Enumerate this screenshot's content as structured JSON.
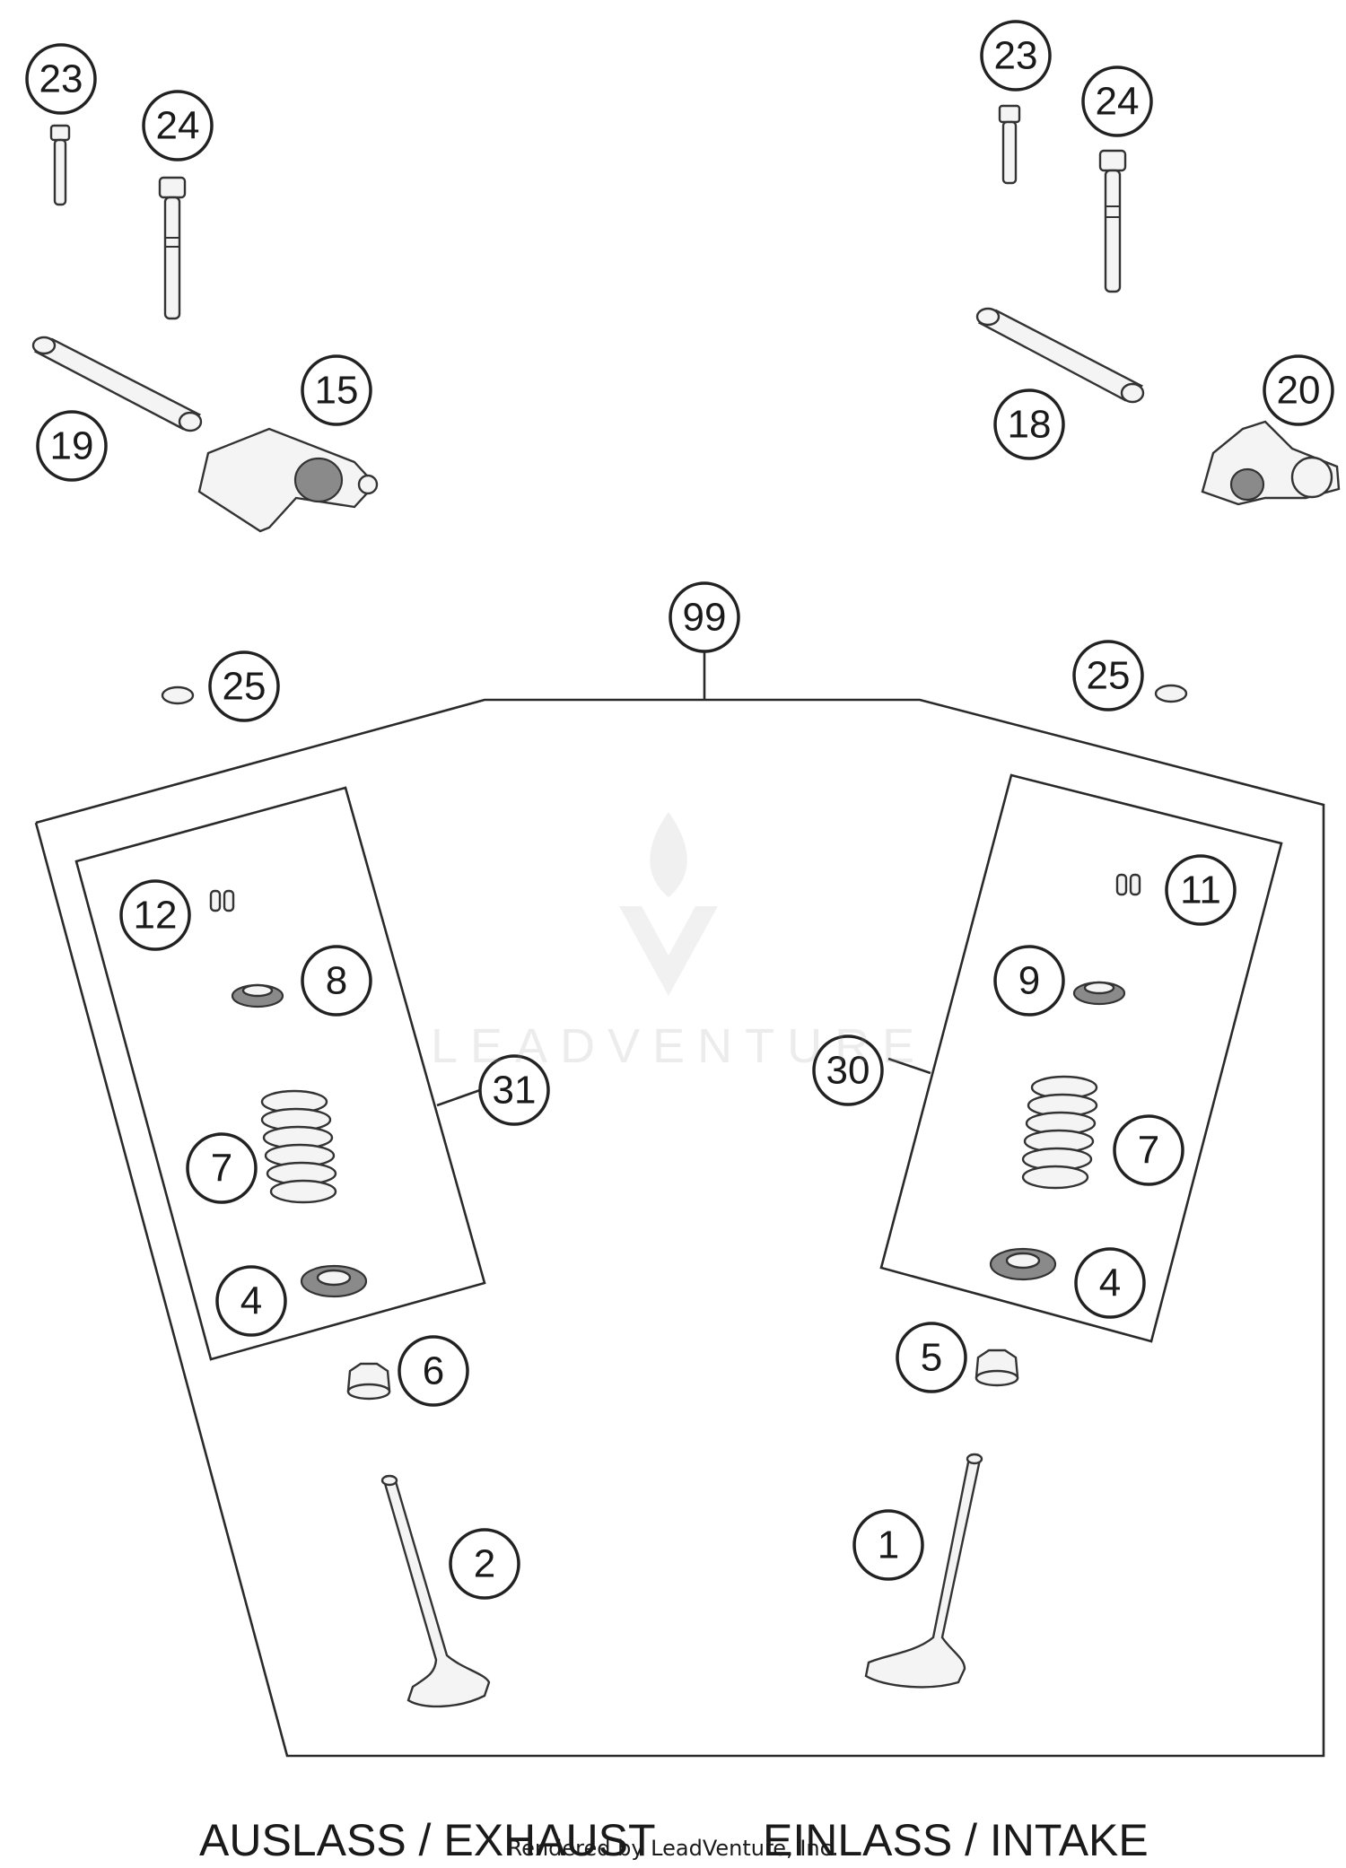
{
  "callouts": {
    "c23L": "23",
    "c24L": "24",
    "c15": "15",
    "c19": "19",
    "c23R": "23",
    "c24R": "24",
    "c18": "18",
    "c20": "20",
    "c99": "99",
    "c25L": "25",
    "c25R": "25",
    "c12": "12",
    "c8": "8",
    "c31": "31",
    "c7L": "7",
    "c4L": "4",
    "c6": "6",
    "c2": "2",
    "c11": "11",
    "c9": "9",
    "c30": "30",
    "c7R": "7",
    "c4R": "4",
    "c5": "5",
    "c1": "1"
  },
  "labels": {
    "exhaust": "AUSLASS / EXHAUST",
    "intake": "EINLASS / INTAKE",
    "credit": "Rendered by LeadVenture, Inc.",
    "watermark": "LEADVENTURE"
  },
  "colors": {
    "line": "#222222",
    "background": "#ffffff"
  }
}
